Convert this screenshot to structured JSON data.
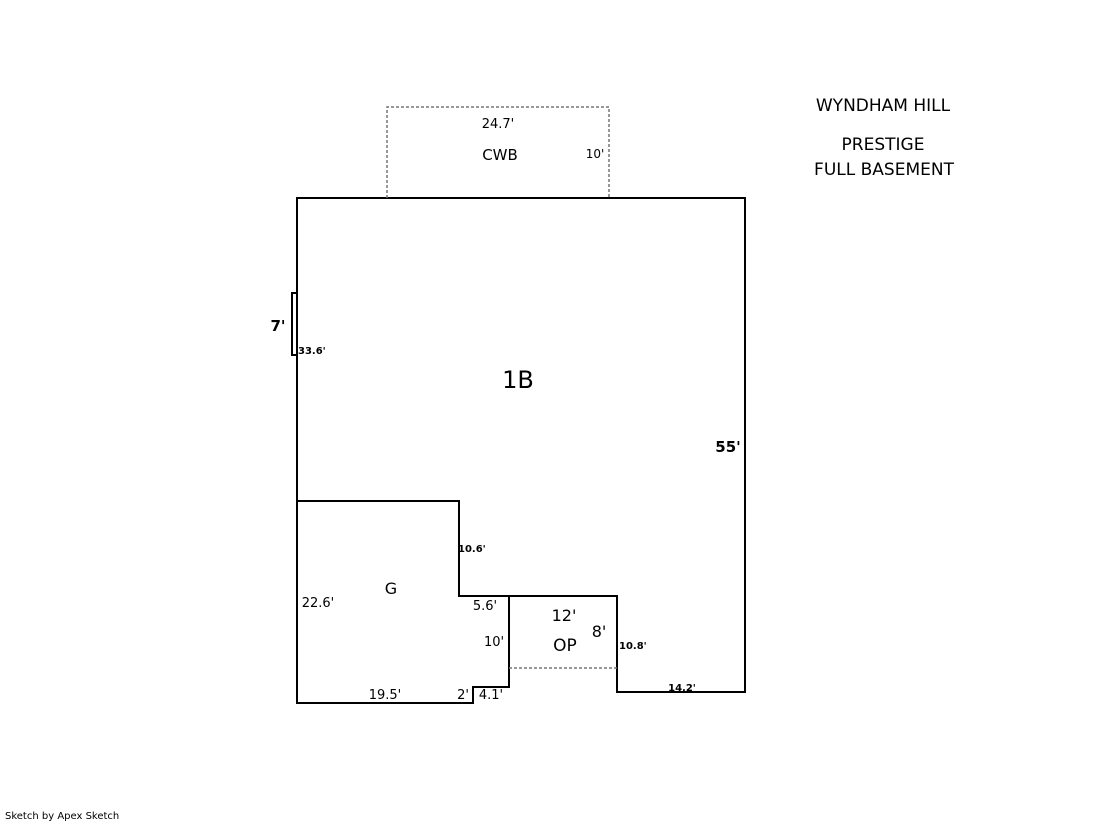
{
  "title": {
    "line1": "WYNDHAM HILL",
    "line2": "PRESTIGE",
    "line3": "FULL BASEMENT"
  },
  "areas": {
    "main": "1B",
    "garage": "G",
    "porch": "OP",
    "cwb": "CWB"
  },
  "dimensions": {
    "cwb_width": "24.7'",
    "cwb_depth": "10'",
    "bump_len": "7'",
    "left_wall": "33.6'",
    "right_wall": "55'",
    "garage_inner": "10.6'",
    "garage_side": "22.6'",
    "garage_step": "5.6'",
    "garage_inner2": "10'",
    "garage_bottom": "19.5'",
    "step_a": "2'",
    "step_b": "4.1'",
    "op_width": "12'",
    "op_depth": "8'",
    "right_step": "10.8'",
    "bottom_right": "14.2'"
  },
  "footer": "Sketch by Apex Sketch"
}
